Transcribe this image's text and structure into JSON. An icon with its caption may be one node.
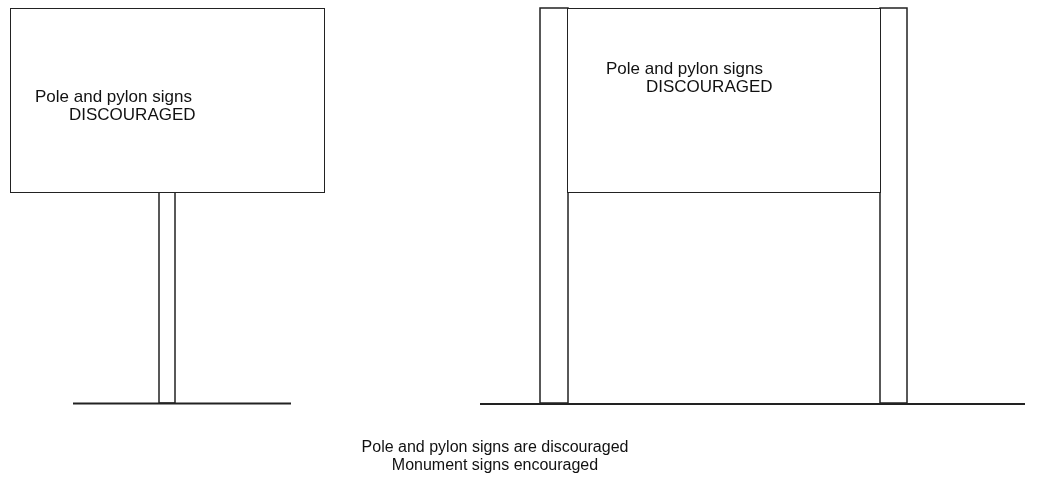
{
  "diagram": {
    "caption": "Pole and pylon signs are discouraged Monument signs encouraged",
    "nodes": [
      {
        "text": [
          "Pole and pylon signs",
          "DISCOURAGED"
        ]
      },
      {
        "text": [
          "Pole and pylon signs",
          "DISCOURAGED"
        ]
      }
    ]
  }
}
